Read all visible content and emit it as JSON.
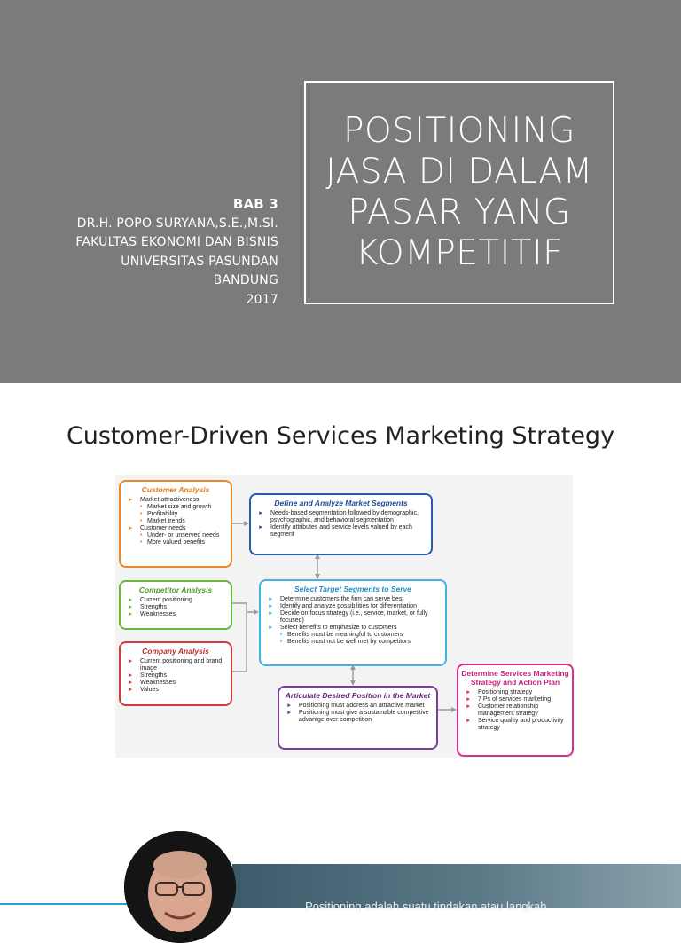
{
  "slide1": {
    "author_lines": [
      "BAB 3",
      "DR.H. POPO SURYANA,S.E.,M.SI.",
      "FAKULTAS EKONOMI DAN BISNIS",
      "UNIVERSITAS PASUNDAN",
      "BANDUNG",
      "2017"
    ],
    "title_lines": [
      "POSITIONING",
      "JASA DI DALAM",
      "PASAR YANG",
      "KOMPETITIF"
    ]
  },
  "slide2": {
    "title": "Customer-Driven Services Marketing Strategy",
    "customer_analysis": {
      "heading": "Customer Analysis",
      "items": [
        {
          "text": "Market attractiveness",
          "sub": false
        },
        {
          "text": "Market size and growth",
          "sub": true
        },
        {
          "text": "Profitability",
          "sub": true
        },
        {
          "text": "Market trends",
          "sub": true
        },
        {
          "text": "Customer needs",
          "sub": false
        },
        {
          "text": "Under- or unserved needs",
          "sub": true
        },
        {
          "text": "More valued benefits",
          "sub": true
        }
      ]
    },
    "competitor_analysis": {
      "heading": "Competitor Analysis",
      "items": [
        {
          "text": "Current positioning",
          "sub": false
        },
        {
          "text": "Strengths",
          "sub": false
        },
        {
          "text": "Weaknesses",
          "sub": false
        }
      ]
    },
    "company_analysis": {
      "heading": "Company Analysis",
      "items": [
        {
          "text": "Current positioning and brand image",
          "sub": false
        },
        {
          "text": "Strengths",
          "sub": false
        },
        {
          "text": "Weaknesses",
          "sub": false
        },
        {
          "text": "Values",
          "sub": false
        }
      ]
    },
    "define_segments": {
      "heading": "Define and Analyze Market Segments",
      "items": [
        {
          "text": "Needs-based segmentation followed by demographic, psychographic, and behavioral segmentation",
          "sub": false
        },
        {
          "text": "Identify attributes and service levels valued by each segment",
          "sub": false
        }
      ]
    },
    "select_segments": {
      "heading": "Select Target Segments to Serve",
      "items": [
        {
          "text": "Determine customers the firm can serve best",
          "sub": false
        },
        {
          "text": "Identify and analyze possibilities for differentiation",
          "sub": false
        },
        {
          "text": "Decide on focus strategy (i.e., service, market, or fully focused)",
          "sub": false
        },
        {
          "text": "Select benefits to emphasize to customers",
          "sub": false
        },
        {
          "text": "Benefits must be meaningful to customers",
          "sub": true
        },
        {
          "text": "Benefits must not be well met by competitors",
          "sub": true
        }
      ]
    },
    "articulate_position": {
      "heading": "Articulate Desired Position in the Market",
      "items": [
        {
          "text": "Positioning must address an attractive market",
          "sub": false
        },
        {
          "text": "Positioning must give a sustainable competitive advantge over competition",
          "sub": false
        }
      ]
    },
    "determine_strategy": {
      "heading": "Determine Services Marketing Strategy and Action Plan",
      "items": [
        {
          "text": "Positioning strategy",
          "sub": false
        },
        {
          "text": "7 Ps of services marketing",
          "sub": false
        },
        {
          "text": "Customer relationship management strategy",
          "sub": false
        },
        {
          "text": "Service quality and productivity strategy",
          "sub": false
        }
      ]
    }
  },
  "slide3": {
    "caption": "Positioning adalah suatu tindakan atau langkah"
  }
}
